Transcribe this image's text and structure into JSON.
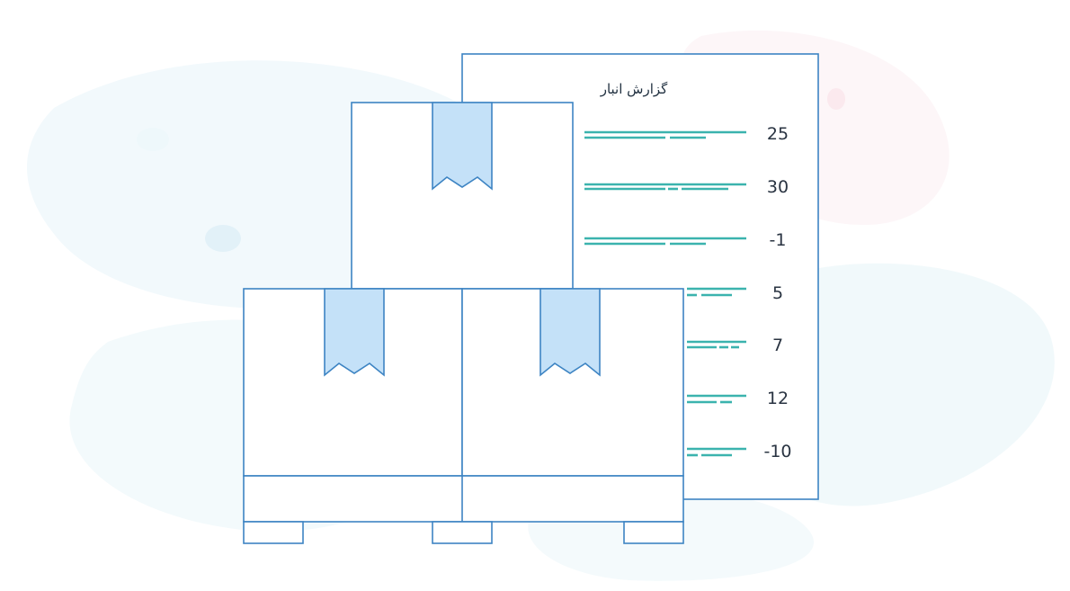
{
  "report": {
    "title": "گزارش انبار",
    "rows": [
      {
        "value": "25"
      },
      {
        "value": "30"
      },
      {
        "value": "-1"
      },
      {
        "value": "5"
      },
      {
        "value": "7"
      },
      {
        "value": "12"
      },
      {
        "value": "-10"
      }
    ]
  },
  "colors": {
    "outline": "#3d84c3",
    "tape_fill": "#c4e1f8",
    "teal_lines": "#3bb3ae",
    "text": "#2a3442"
  },
  "icons": [
    "report-sheet-icon",
    "cardboard-box-icon",
    "pallet-icon"
  ]
}
